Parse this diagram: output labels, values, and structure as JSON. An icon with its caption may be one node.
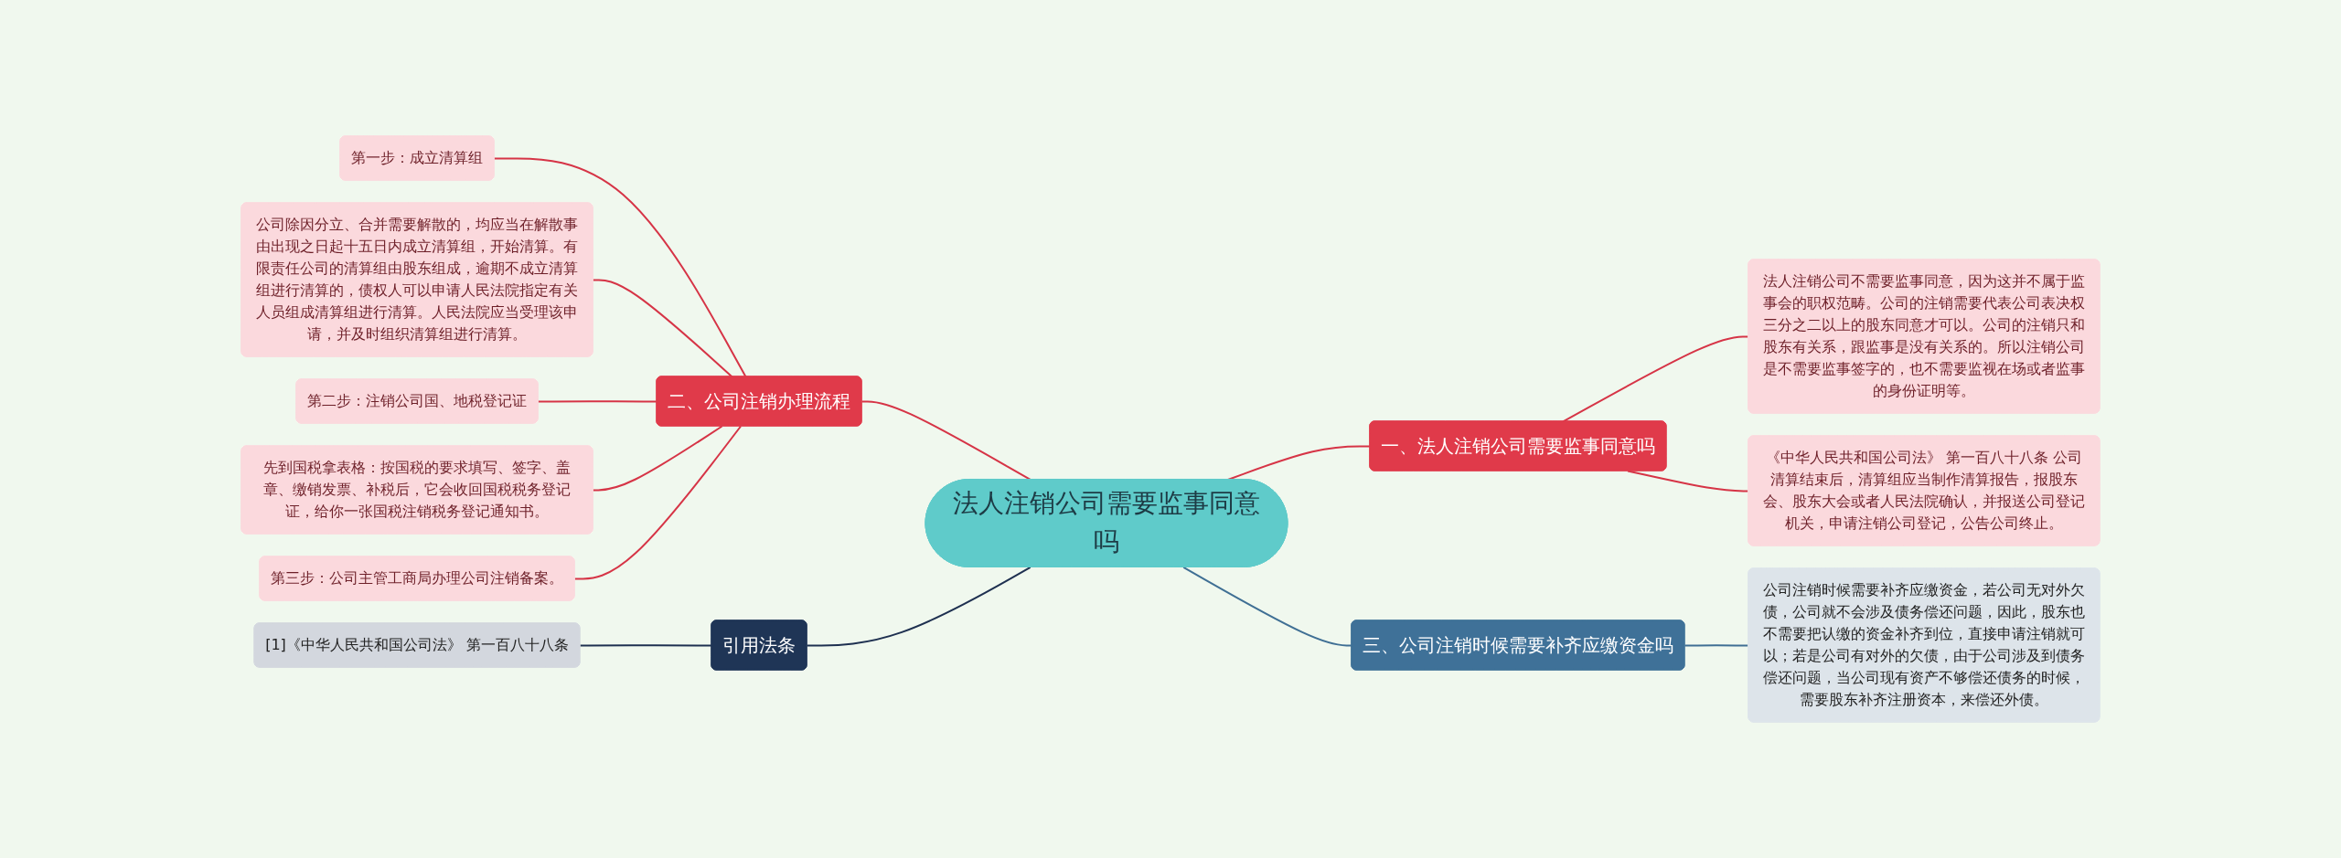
{
  "diagram": {
    "nodes": [
      {
        "text": [
          "法人注销公司需要监事同意吗"
        ]
      },
      {
        "text": [
          "一、法人注销公司需要监事同意吗"
        ]
      },
      {
        "text": [
          "法人注销公司不需要监事同意，因为这并不属于监事会的职权范畴。公司的注销需要代表公司表决权三分之二以上的股东同意才可以。公司的注销只和股东有关系，跟监事是没有关系的。所以注销公司是不需要监事签字的，也不需要监视在场或者监事的身份证明等。"
        ]
      },
      {
        "text": [
          "《中华人民共和国公司法》 第一百八十八条 公司清算结束后，清算组应当制作清算报告，报股东会、股东大会或者人民法院确认，并报送公司登记机关，申请注销公司登记，公告公司终止。"
        ]
      },
      {
        "text": [
          "二、公司注销办理流程"
        ]
      },
      {
        "text": [
          "第一步：成立清算组"
        ]
      },
      {
        "text": [
          "公司除因分立、合并需要解散的，均应当在解散事由出现之日起十五日内成立清算组，开始清算。有限责任公司的清算组由股东组成，逾期不成立清算组进行清算的，债权人可以申请人民法院指定有关人员组成清算组进行清算。人民法院应当受理该申请，并及时组织清算组进行清算。"
        ]
      },
      {
        "text": [
          "第二步：注销公司国、地税登记证"
        ]
      },
      {
        "text": [
          "先到国税拿表格：按国税的要求填写、签字、盖章、缴销发票、补税后，它会收回国税税务登记证，给你一张国税注销税务登记通知书。"
        ]
      },
      {
        "text": [
          "第三步：公司主管工商局办理公司注销备案。"
        ]
      },
      {
        "text": [
          "三、公司注销时候需要补齐应缴资金吗"
        ]
      },
      {
        "text": [
          "公司注销时候需要补齐应缴资金，若公司无对外欠债，公司就不会涉及债务偿还问题，因此，股东也不需要把认缴的资金补齐到位，直接申请注销就可以；若是公司有对外的欠债，由于公司涉及到债务偿还问题，当公司现有资产不够偿还债务的时候，需要股东补齐注册资本，来偿还外债。"
        ]
      },
      {
        "text": [
          "引用法条"
        ]
      },
      {
        "text": [
          "[1]《中华人民共和国公司法》 第一百八十八条"
        ]
      }
    ],
    "edges": [
      {
        "from": 0,
        "to": 1,
        "arrow": "none"
      },
      {
        "from": 1,
        "to": 2,
        "arrow": "none"
      },
      {
        "from": 1,
        "to": 3,
        "arrow": "none"
      },
      {
        "from": 0,
        "to": 4,
        "arrow": "none"
      },
      {
        "from": 4,
        "to": 5,
        "arrow": "none"
      },
      {
        "from": 4,
        "to": 6,
        "arrow": "none"
      },
      {
        "from": 4,
        "to": 7,
        "arrow": "none"
      },
      {
        "from": 4,
        "to": 8,
        "arrow": "none"
      },
      {
        "from": 4,
        "to": 9,
        "arrow": "none"
      },
      {
        "from": 0,
        "to": 10,
        "arrow": "none",
        "color": "#3f6f94"
      },
      {
        "from": 10,
        "to": 11,
        "arrow": "none",
        "color": "#3f6f94"
      },
      {
        "from": 0,
        "to": 12,
        "arrow": "none",
        "color": "#1e3050"
      },
      {
        "from": 12,
        "to": 13,
        "arrow": "none",
        "color": "#1e3050"
      }
    ]
  }
}
